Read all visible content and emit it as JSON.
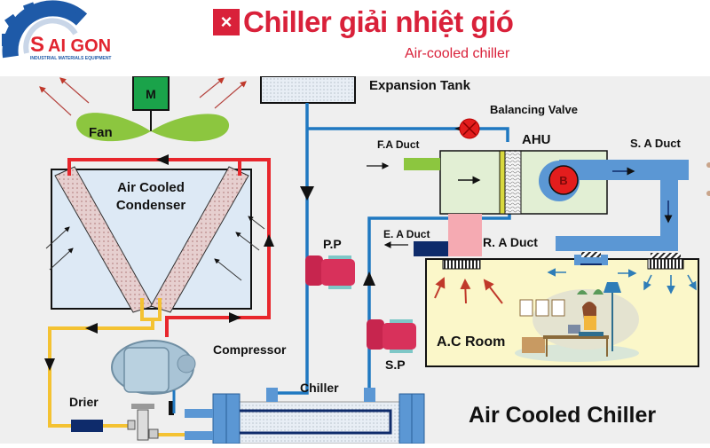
{
  "header": {
    "logo": {
      "brand": "SAI GON",
      "brand_first": "S",
      "brand_rest": "AI GON",
      "tagline": "INDUSTRIAL MATERIALS EQUIPMENT",
      "colors": {
        "gear": "#1e5aa8",
        "brand": "#e1242f"
      }
    },
    "title_icon": "close-square-icon",
    "title_icon_glyph": "×",
    "title": "Chiller giải nhiệt gió",
    "subtitle": "Air-cooled chiller",
    "accent_color": "#d9213a"
  },
  "diagram": {
    "labels": {
      "motor": "M",
      "fan": "Fan",
      "condenser_line1": "Air Cooled",
      "condenser_line2": "Condenser",
      "expansion_tank": "Expansion Tank",
      "balancing_valve": "Balancing Valve",
      "ahu": "AHU",
      "fa_duct": "F.A Duct",
      "sa_duct": "S. A Duct",
      "blower": "B",
      "ea_duct": "E. A Duct",
      "ra_duct": "R. A Duct",
      "primary_pump": "P.P",
      "secondary_pump": "S.P",
      "compressor": "Compressor",
      "chiller": "Chiller",
      "drier": "Drier",
      "room": "A.C Room",
      "caption": "Air Cooled Chiller"
    },
    "colors": {
      "refrigerant_hot": "#e8262c",
      "refrigerant_liquid": "#f4c232",
      "chilled_water": "#1f78c1",
      "duct": "#5b97d4",
      "fan": "#8cc63f",
      "motor": "#1aa34a",
      "room": "#fbf7c9",
      "condenser": "#dde9f5",
      "ahu": "#e2efd4",
      "pump": "#d8315b",
      "return_air": "#f5aab2",
      "exhaust_duct": "#0e2b6b"
    }
  }
}
